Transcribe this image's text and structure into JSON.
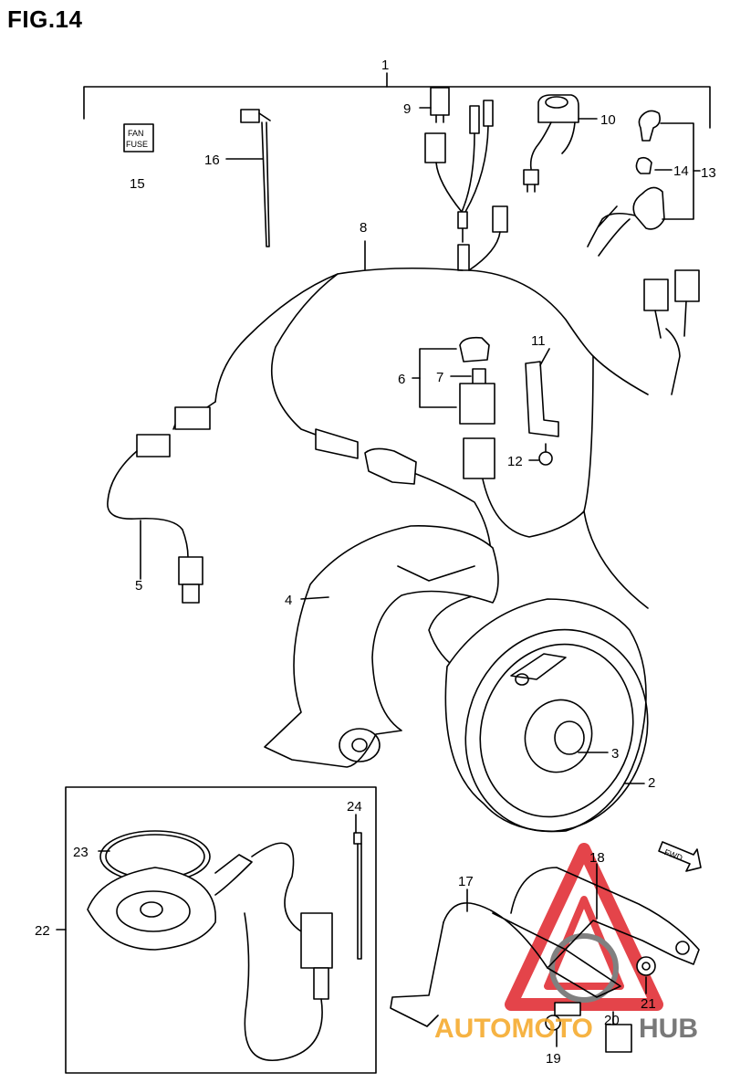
{
  "title": "FIG.14",
  "fuse_label": [
    "FAN",
    "FUSE"
  ],
  "fwd_label": "FWD",
  "watermark": {
    "text_a": "AUTOMOTO",
    "text_b": "HUB",
    "color_red": "#e0242b",
    "color_orange": "#f5a623",
    "color_gray": "#6b6b6b"
  },
  "callouts": [
    {
      "id": "c1",
      "text": "1"
    },
    {
      "id": "c2",
      "text": "2"
    },
    {
      "id": "c3",
      "text": "3"
    },
    {
      "id": "c4",
      "text": "4"
    },
    {
      "id": "c5",
      "text": "5"
    },
    {
      "id": "c6",
      "text": "6"
    },
    {
      "id": "c7",
      "text": "7"
    },
    {
      "id": "c8",
      "text": "8"
    },
    {
      "id": "c9",
      "text": "9"
    },
    {
      "id": "c10",
      "text": "10"
    },
    {
      "id": "c11",
      "text": "11"
    },
    {
      "id": "c12",
      "text": "12"
    },
    {
      "id": "c13",
      "text": "13"
    },
    {
      "id": "c14",
      "text": "14"
    },
    {
      "id": "c15",
      "text": "15"
    },
    {
      "id": "c16",
      "text": "16"
    },
    {
      "id": "c17",
      "text": "17"
    },
    {
      "id": "c18",
      "text": "18"
    },
    {
      "id": "c19",
      "text": "19"
    },
    {
      "id": "c20",
      "text": "20"
    },
    {
      "id": "c21",
      "text": "21"
    },
    {
      "id": "c22",
      "text": "22"
    },
    {
      "id": "c23",
      "text": "23"
    },
    {
      "id": "c24",
      "text": "24"
    }
  ]
}
